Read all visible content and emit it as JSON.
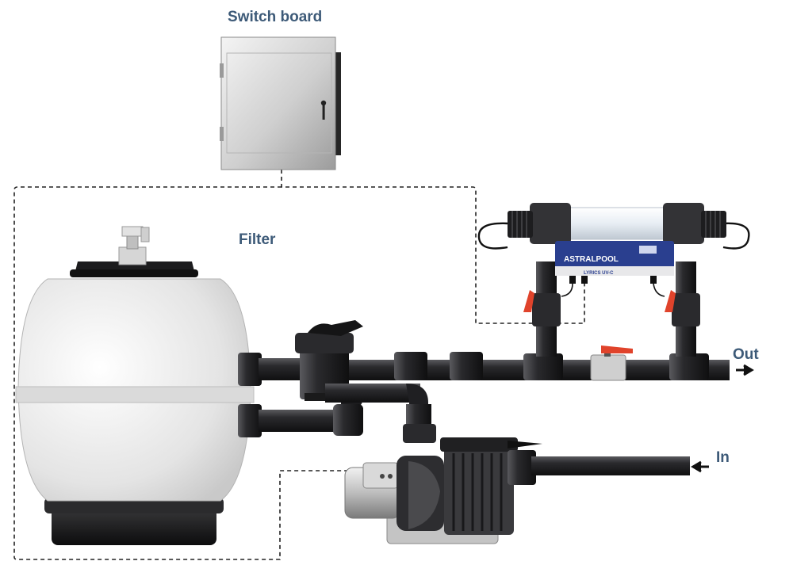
{
  "labels": {
    "switch_board": "Switch board",
    "filter": "Filter",
    "out": "Out",
    "in": "In"
  },
  "uv_unit": {
    "brand": "ASTRALPOOL",
    "model": "LYRICS UV-C"
  },
  "colors": {
    "label": "#3d5a78",
    "pipe": "#1f1f22",
    "valve_handle": "#e0432b",
    "uv_panel": "#2a3f8f",
    "tank": "#e6e6e6"
  }
}
